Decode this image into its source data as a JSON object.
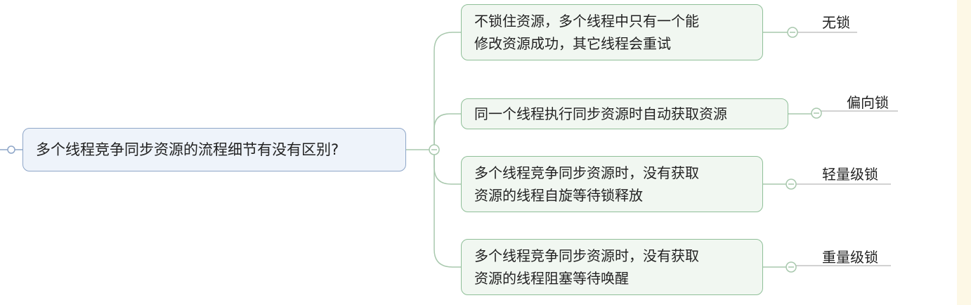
{
  "root": {
    "text": "多个线程竞争同步资源的流程细节有没有区别?"
  },
  "branches": [
    {
      "text": "不锁住资源，多个线程中只有一个能\n修改资源成功，其它线程会重试",
      "label": "无锁"
    },
    {
      "text": "同一个线程执行同步资源时自动获取资源",
      "label": "偏向锁"
    },
    {
      "text": "多个线程竞争同步资源时，没有获取\n资源的线程自旋等待锁释放",
      "label": "轻量级锁"
    },
    {
      "text": "多个线程竞争同步资源时，没有获取\n资源的线程阻塞等待唤醒",
      "label": "重量级锁"
    }
  ],
  "colors": {
    "root_border": "#8ea6c8",
    "root_fill": "#eef3fa",
    "branch_border": "#8fbf98",
    "branch_fill": "#f1f7f1",
    "connector": "#a8c8ad",
    "side_panel": "#fdf8e6"
  }
}
